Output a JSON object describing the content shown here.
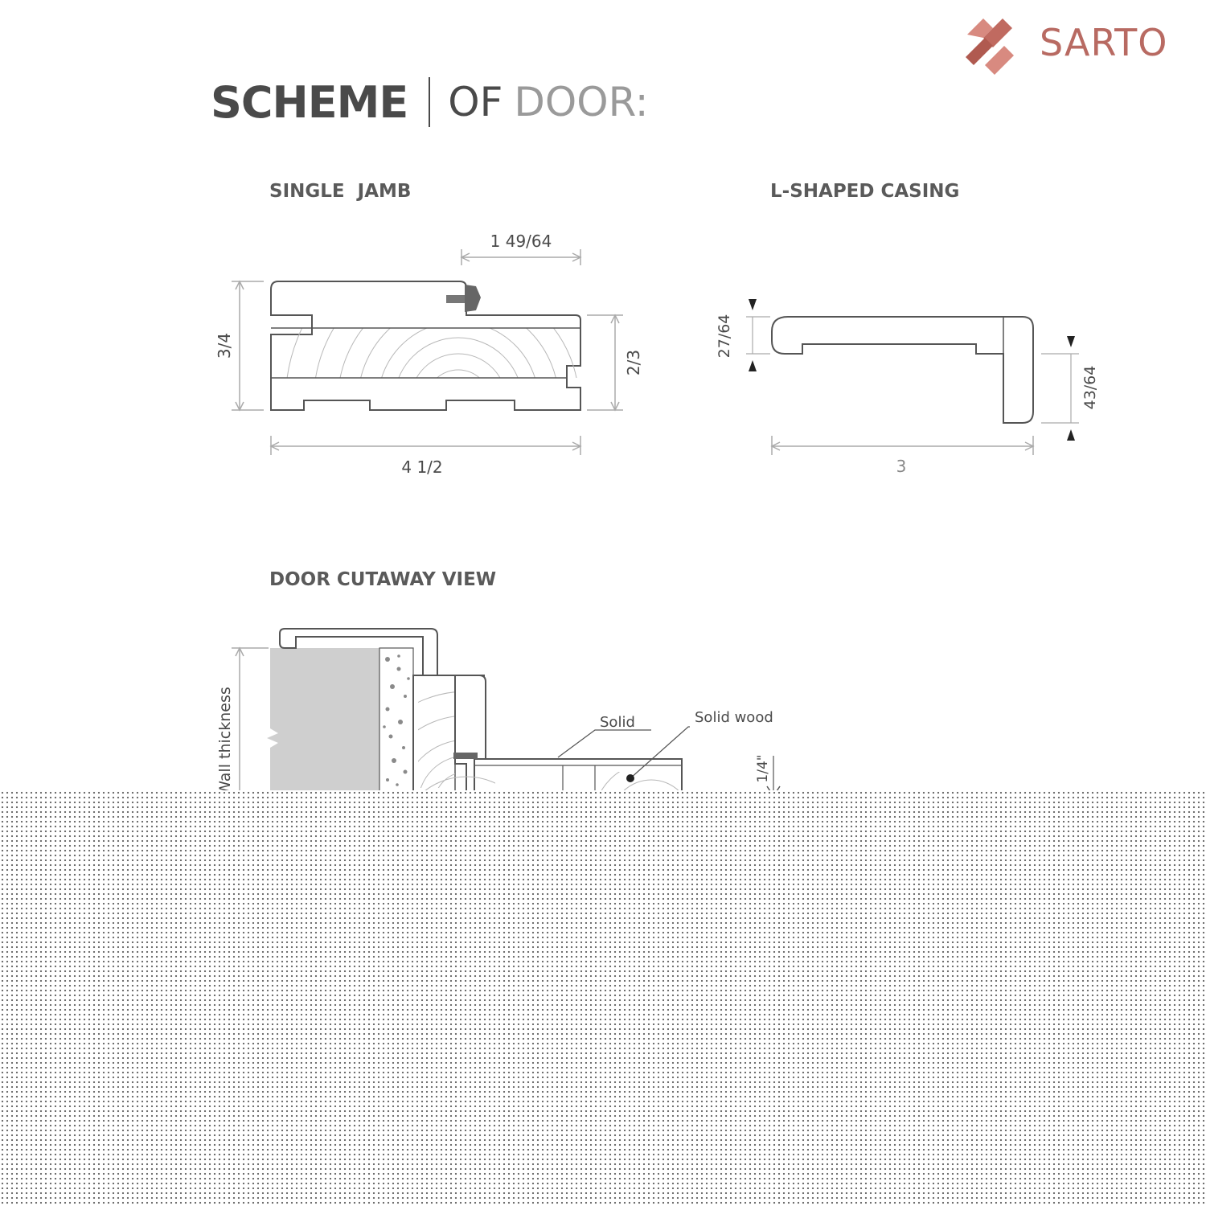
{
  "brand": {
    "name": "SARTO",
    "color": "#b86a62"
  },
  "title": {
    "bold": "SCHEME",
    "light_part1": "OF",
    "light_part2": "DOOR:"
  },
  "sections": {
    "single_jamb": {
      "heading": "SINGLE  JAMB",
      "dim_top": "1 49/64",
      "dim_left": "3/4",
      "dim_right": "2/3",
      "dim_bottom": "4 1/2"
    },
    "l_shaped_casing": {
      "heading": "L-SHAPED CASING",
      "dim_left": "27/64",
      "dim_right": "43/64",
      "dim_bottom": "3"
    },
    "door_cutaway": {
      "heading": "DOOR CUTAWAY VIEW",
      "wall_label": "Wall thickness",
      "label_solid": "Solid",
      "label_solid_wood": "Solid wood",
      "dim_gap": "1/4\""
    }
  },
  "colors": {
    "text": "#4a4a4a",
    "line": "#555555",
    "wall": "#cfcfcf",
    "dimension": "#aaaaaa"
  }
}
